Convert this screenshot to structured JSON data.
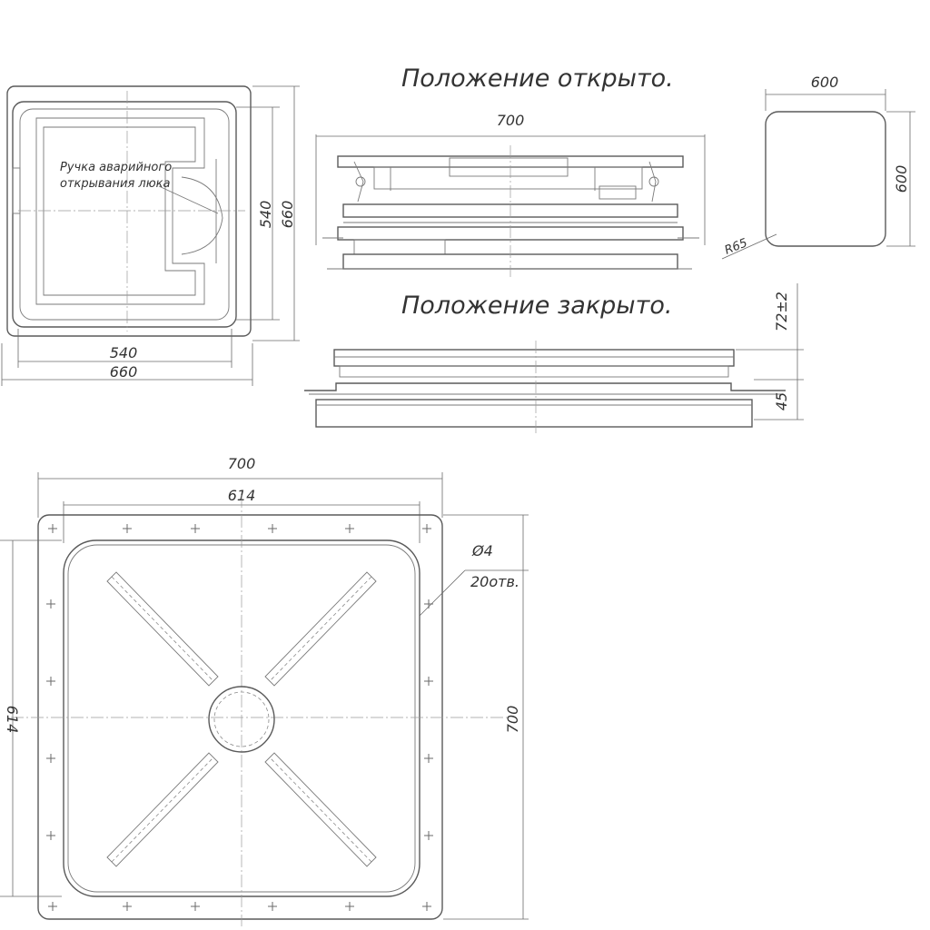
{
  "captions": {
    "open": "Положение открыто.",
    "closed": "Положение закрыто."
  },
  "top_view": {
    "note_line1": "Ручка аварийного",
    "note_line2": "открывания люка",
    "dim_inner_h": "540",
    "dim_outer_h": "660",
    "dim_inner_w": "540",
    "dim_outer_w": "660"
  },
  "open_view": {
    "dim_width": "700"
  },
  "cutout_view": {
    "dim_width": "600",
    "dim_height": "600",
    "radius": "R65"
  },
  "closed_view": {
    "dim_top": "72±2",
    "dim_bottom": "45"
  },
  "plan_view": {
    "dim_outer_w": "700",
    "dim_inner_w": "614",
    "dim_outer_h": "700",
    "dim_inner_h": "614",
    "hole_dia": "Ø4",
    "hole_count": "20отв."
  }
}
